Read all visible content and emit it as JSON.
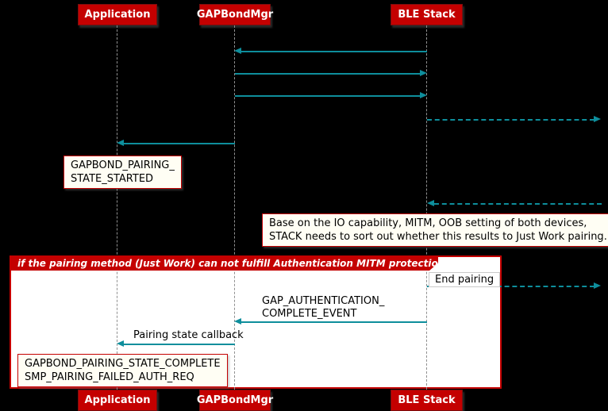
{
  "colors": {
    "background": "#000000",
    "participant_bg": "#C40000",
    "participant_border": "#7A0E0E",
    "participant_text": "#FFFFFF",
    "arrow": "#0E8E9C",
    "lifeline": "#909090",
    "note_bg": "#FFFEF4",
    "note_border": "#C40000",
    "frame_bg": "#FFFFFF",
    "frame_border": "#C40000",
    "frame_title_bg": "#C40000",
    "frame_title_text": "#FFFFFF",
    "label_text": "#000000"
  },
  "participants": [
    {
      "label": "Application"
    },
    {
      "label": "GAPBondMgr"
    },
    {
      "label": "BLE Stack"
    }
  ],
  "frame": {
    "title": "if the pairing method (Just Work) can not fulfill Authentication MITM protection"
  },
  "labels": {
    "end_pairing": "End pairing",
    "gap_authentication_line1": "GAP_AUTHENTICATION_",
    "gap_authentication_line2": "COMPLETE_EVENT",
    "pairing_state_callback": "Pairing state callback"
  },
  "notes": {
    "pairing_started": {
      "line1": "GAPBOND_PAIRING_",
      "line2": "STATE_STARTED"
    },
    "io_capability": {
      "line1": "Base on the IO capability, MITM, OOB setting of both devices,",
      "line2": "STACK needs to sort out whether this results to Just Work pairing."
    },
    "pairing_complete": {
      "line1": "GAPBOND_PAIRING_STATE_COMPLETE",
      "line2": "SMP_PAIRING_FAILED_AUTH_REQ"
    }
  }
}
